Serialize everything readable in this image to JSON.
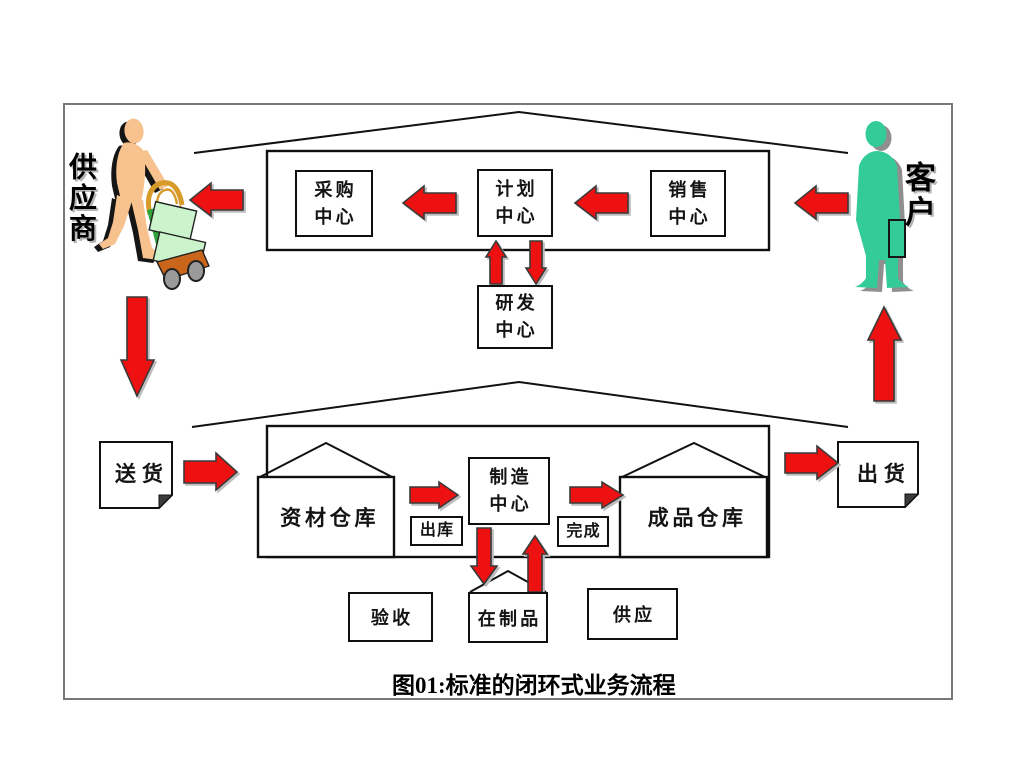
{
  "caption": "图01:标准的闭环式业务流程",
  "actors": {
    "supplier": "供应商",
    "customer": "客户"
  },
  "centers": {
    "purchase": {
      "l1": "采购",
      "l2": "中心"
    },
    "plan": {
      "l1": "计划",
      "l2": "中心"
    },
    "sales": {
      "l1": "销售",
      "l2": "中心"
    },
    "rnd": {
      "l1": "研发",
      "l2": "中心"
    },
    "mfg": {
      "l1": "制造",
      "l2": "中心"
    }
  },
  "warehouses": {
    "materials": "资材仓库",
    "finished": "成品仓库"
  },
  "labels": {
    "delivery": "送货",
    "shipment": "出货",
    "outbound": "出库",
    "complete": "完成",
    "accept": "验收",
    "wip": "在制品",
    "supply": "供应"
  },
  "colors": {
    "arrow_red": "#ee1111",
    "customer_green": "#33cc99",
    "supplier_skin": "#f7c28e",
    "frame_gray": "#787878",
    "crate_green": "#ccf4cc",
    "truck_gold": "#d79b2a"
  }
}
